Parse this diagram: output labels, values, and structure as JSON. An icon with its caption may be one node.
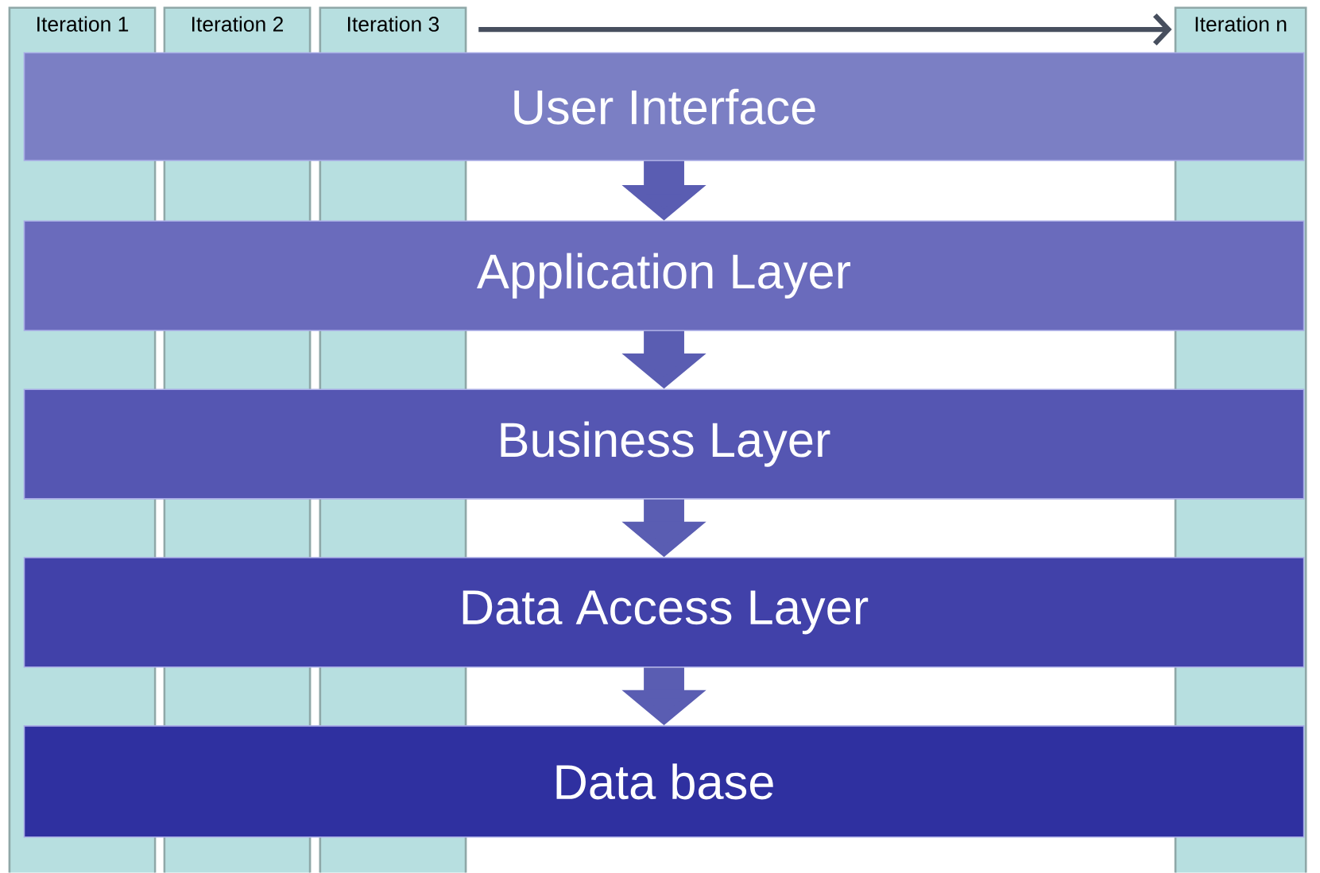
{
  "diagram": {
    "nodes": [
      {
        "text": [
          "Iteration 1"
        ]
      },
      {
        "text": [
          "Iteration 2"
        ]
      },
      {
        "text": [
          "Iteration 3"
        ]
      },
      {
        "text": [
          "Iteration n"
        ]
      },
      {
        "text": [
          "User Interface"
        ]
      },
      {
        "text": [
          "Application Layer"
        ]
      },
      {
        "text": [
          "Business Layer"
        ]
      },
      {
        "text": [
          "Data Access Layer"
        ]
      },
      {
        "text": [
          "Data base"
        ]
      }
    ],
    "edges": [
      {
        "from": 2,
        "to": 3,
        "arrow": "to",
        "color": "#474f5e"
      },
      {
        "from": 4,
        "to": 5,
        "arrow": "to"
      },
      {
        "from": 5,
        "to": 6,
        "arrow": "to"
      },
      {
        "from": 6,
        "to": 7,
        "arrow": "to"
      },
      {
        "from": 7,
        "to": 8,
        "arrow": "to"
      }
    ]
  }
}
